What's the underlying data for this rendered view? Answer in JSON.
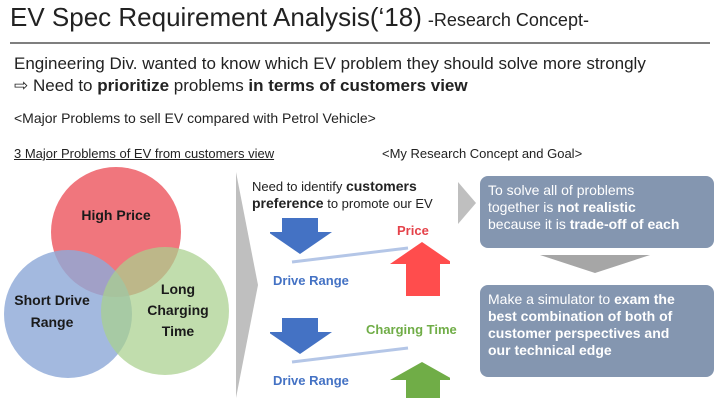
{
  "title": {
    "main": "EV Spec Requirement Analysis(‘18)",
    "sub": "-Research Concept-"
  },
  "intro": {
    "line1": "Engineering Div. wanted to know which EV problem they should solve more strongly",
    "line2_arrow": "⇨",
    "line2_a": " Need to ",
    "line2_b": "prioritize",
    "line2_c": " problems ",
    "line2_d": "in terms of customers view"
  },
  "major_problems": "<Major Problems to sell EV compared with Petrol Vehicle>",
  "three_problems_heading": "3 Major Problems of EV from customers view",
  "research_heading": "<My Research Concept and Goal>",
  "venn": {
    "circle_top": "High Price",
    "circle_left_line1": "Short Drive",
    "circle_left_line2": "Range",
    "circle_right_line1": "Long",
    "circle_right_line2": "Charging",
    "circle_right_line3": "Time",
    "colors": {
      "top": "#ef6f76",
      "left": "#8fa9d8",
      "right": "#a9d08e"
    }
  },
  "need": {
    "a": "Need to identify ",
    "b": "customers",
    "c": "preference",
    "d": " to promote our EV"
  },
  "tradeoff1": {
    "up_label": "Price",
    "down_label": "Drive Range"
  },
  "tradeoff2": {
    "up_label": "Charging Time",
    "down_label": "Drive Range"
  },
  "box1": {
    "a": "To solve all of problems",
    "b": "together is ",
    "c": "not realistic",
    "d": "because it is ",
    "e": "trade-off of each"
  },
  "box2": {
    "a": "Make a simulator to ",
    "b": "exam the",
    "c": "best combination of both of",
    "d": "customer perspectives and",
    "e": "our technical edge"
  },
  "colors": {
    "blue": "#4472c4",
    "red": "#ff4d4d",
    "green": "#70ad47",
    "box": "#8496b0",
    "gray_arrow": "#a6a6a6"
  }
}
